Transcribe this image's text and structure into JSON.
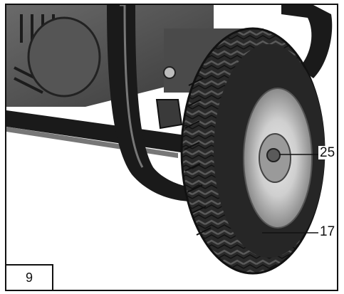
{
  "figure": {
    "number": "9",
    "callouts": [
      {
        "label": "25"
      },
      {
        "label": "17"
      }
    ]
  },
  "colors": {
    "background": "#ffffff",
    "frame": "#111111",
    "tire": "#2b2b2b",
    "rim": "#c8c8c8",
    "frame_tube": "#1a1a1a"
  }
}
